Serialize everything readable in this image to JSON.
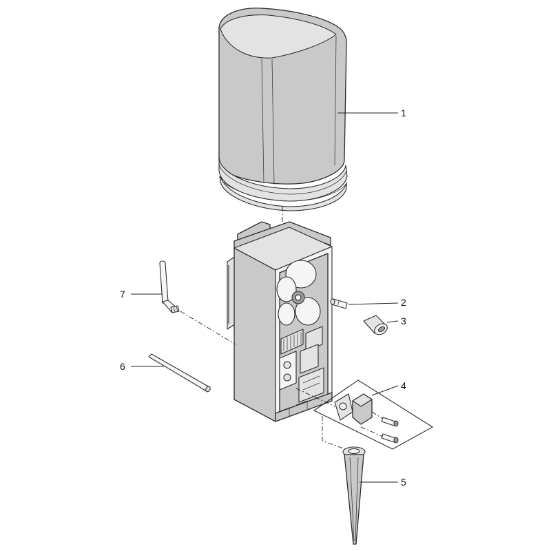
{
  "callouts": {
    "c1": "1",
    "c2": "2",
    "c3": "3",
    "c4": "4",
    "c5": "5",
    "c6": "6",
    "c7": "7"
  },
  "colors": {
    "part_fill": "#c9c9c9",
    "outline": "#2b2b2b",
    "background": "#ffffff"
  }
}
